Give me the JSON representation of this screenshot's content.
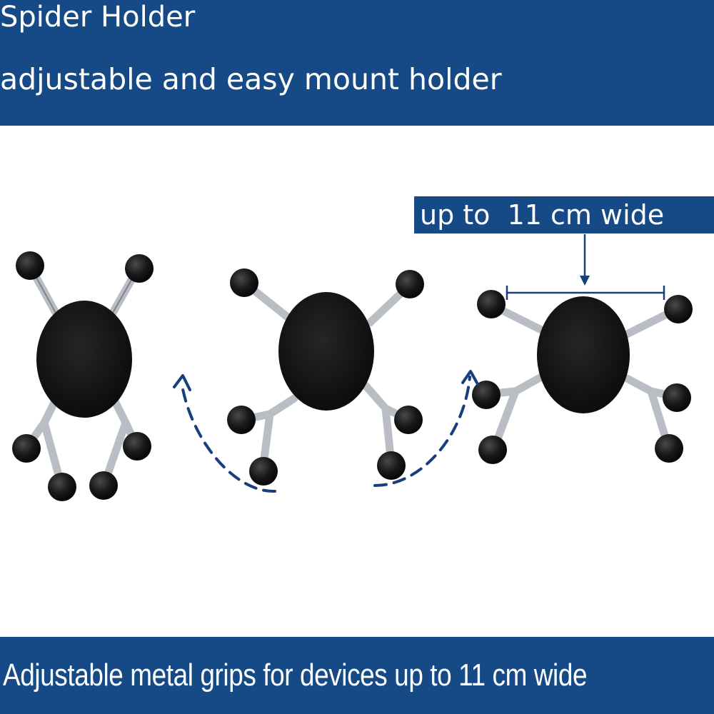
{
  "header": {
    "title": "Spider Holder",
    "subtitle": "adjustable and easy mount holder"
  },
  "callout": {
    "width_label": "up to  11 cm wide"
  },
  "footer": {
    "caption": "Adjustable metal grips for devices up to 11 cm wide"
  },
  "colors": {
    "banner": "#154a86",
    "arrow": "#173f7a",
    "pad": "#111111",
    "metal": "#b9bec4"
  }
}
